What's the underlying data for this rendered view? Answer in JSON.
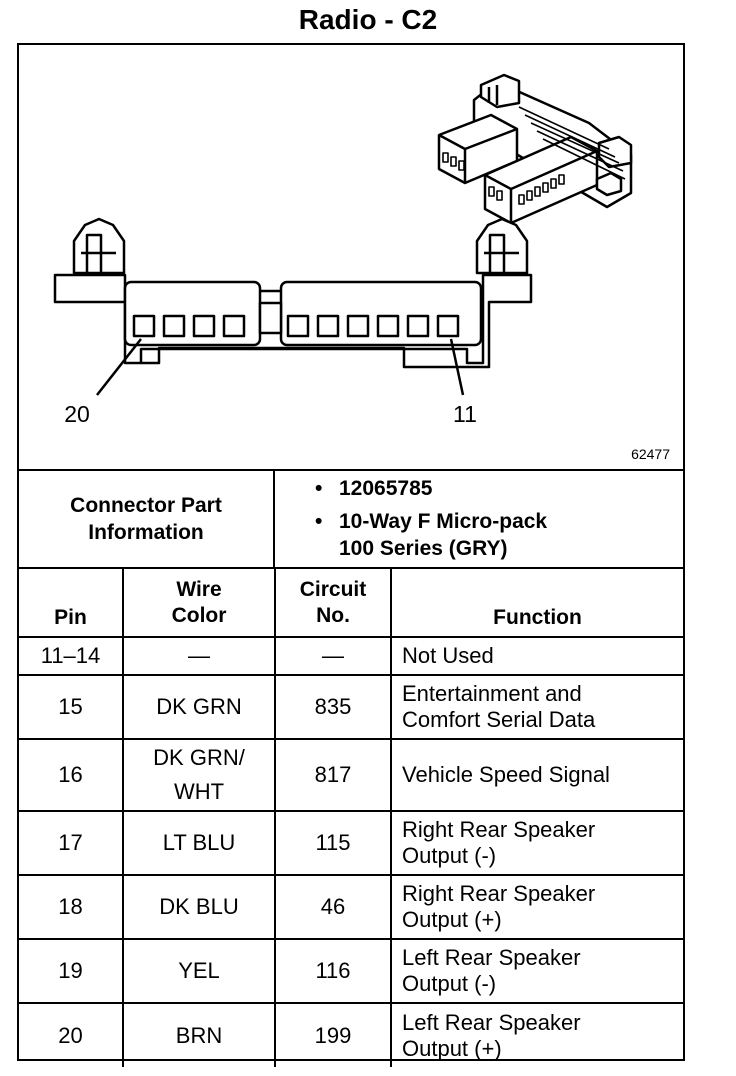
{
  "title": "Radio - C2",
  "diagram": {
    "pin_label_left": "20",
    "pin_label_right": "11",
    "figure_number": "62477"
  },
  "connector_info": {
    "label": "Connector Part\nInformation",
    "items": [
      "12065785",
      "10-Way F Micro-pack\n100 Series (GRY)"
    ]
  },
  "table": {
    "headers": [
      "Pin",
      "Wire\nColor",
      "Circuit\nNo.",
      "Function"
    ],
    "rows": [
      {
        "pin": "11–14",
        "color": "—",
        "circuit": "—",
        "function": "Not Used"
      },
      {
        "pin": "15",
        "color": "DK GRN",
        "circuit": "835",
        "function": "Entertainment and\nComfort Serial Data"
      },
      {
        "pin": "16",
        "color": "DK GRN/\nWHT",
        "circuit": "817",
        "function": "Vehicle Speed Signal"
      },
      {
        "pin": "17",
        "color": "LT BLU",
        "circuit": "115",
        "function": "Right Rear Speaker\nOutput (-)"
      },
      {
        "pin": "18",
        "color": "DK BLU",
        "circuit": "46",
        "function": "Right Rear Speaker\nOutput (+)"
      },
      {
        "pin": "19",
        "color": "YEL",
        "circuit": "116",
        "function": "Left Rear Speaker\nOutput (-)"
      },
      {
        "pin": "20",
        "color": "BRN",
        "circuit": "199",
        "function": "Left Rear Speaker\nOutput (+)"
      }
    ]
  }
}
